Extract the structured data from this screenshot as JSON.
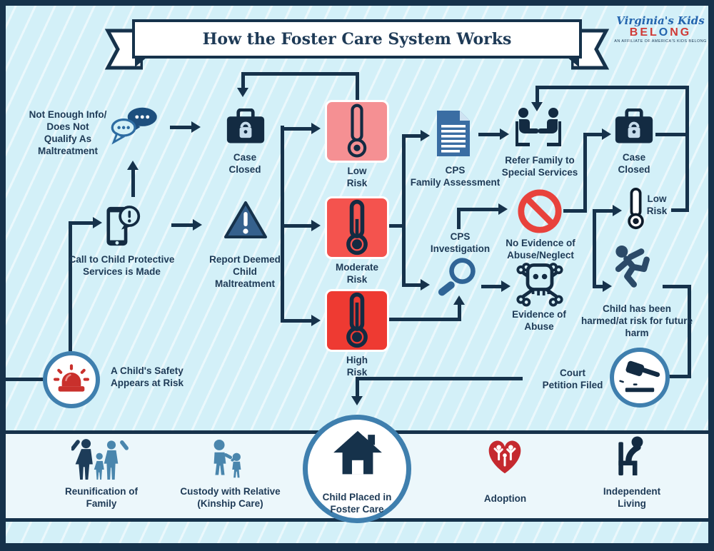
{
  "title": "How the Foster Care System Works",
  "logo": {
    "name": "Virginia's Kids",
    "belong_pre": "BEL",
    "belong_o": "O",
    "belong_post": "NG",
    "tagline": "AN AFFILIATE OF AMERICA'S KIDS BELONG"
  },
  "colors": {
    "background": "#d3f0f8",
    "border_navy": "#16324b",
    "icon_navy": "#132b42",
    "icon_blue": "#2e6ca3",
    "ring_blue": "#3f7fae",
    "alert_red": "#c9302c",
    "no_symbol_red": "#e8423c",
    "risk_low": "#f59093",
    "risk_moderate": "#f4534e",
    "risk_high": "#ee3a32"
  },
  "nodes": {
    "not_enough_info": {
      "lines": [
        "Not Enough Info/",
        "Does Not",
        "Qualify As",
        "Maltreatment"
      ]
    },
    "call_cps": {
      "lines": [
        "Call to Child Protective",
        "Services is Made"
      ]
    },
    "case_closed_left": {
      "lines": [
        "Case",
        "Closed"
      ]
    },
    "report_deemed": {
      "lines": [
        "Report Deemed",
        "Child",
        "Maltreatment"
      ]
    },
    "low_risk": {
      "lines": [
        "Low",
        "Risk"
      ]
    },
    "moderate_risk": {
      "lines": [
        "Moderate",
        "Risk"
      ]
    },
    "high_risk": {
      "lines": [
        "High",
        "Risk"
      ]
    },
    "cps_family_assessment": {
      "lines": [
        "CPS",
        "Family Assessment"
      ]
    },
    "refer_family": {
      "lines": [
        "Refer Family to",
        "Special Services"
      ]
    },
    "case_closed_right": {
      "lines": [
        "Case",
        "Closed"
      ]
    },
    "cps_investigation": {
      "lines": [
        "CPS",
        "Investigation"
      ]
    },
    "no_evidence": {
      "lines": [
        "No Evidence of",
        "Abuse/Neglect"
      ]
    },
    "low_risk_small": {
      "lines": [
        "Low",
        "Risk"
      ]
    },
    "evidence_of_abuse": {
      "lines": [
        "Evidence of",
        "Abuse"
      ]
    },
    "child_harmed": {
      "lines": [
        "Child has been",
        "harmed/at risk for future",
        "harm"
      ]
    },
    "childs_safety": {
      "lines": [
        "A Child's Safety",
        "Appears at Risk"
      ]
    },
    "court_petition": {
      "lines": [
        "Court",
        "Petition Filed"
      ]
    },
    "reunification": {
      "lines": [
        "Reunification of",
        "Family"
      ]
    },
    "kinship": {
      "lines": [
        "Custody with Relative",
        "(Kinship Care)"
      ]
    },
    "foster_care": {
      "lines": [
        "Child Placed in",
        "Foster Care"
      ]
    },
    "adoption": {
      "lines": [
        "Adoption"
      ]
    },
    "independent_living": {
      "lines": [
        "Independent",
        "Living"
      ]
    }
  }
}
